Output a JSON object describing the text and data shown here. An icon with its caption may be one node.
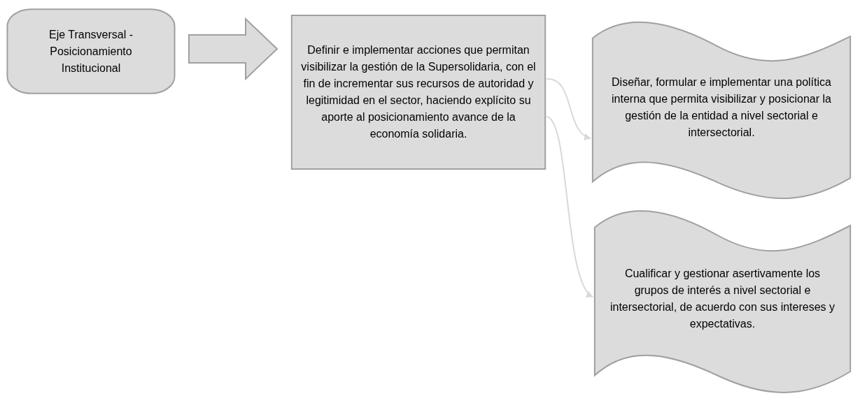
{
  "diagram": {
    "nodes": [
      {
        "text": [
          "Eje Transversal - Posicionamiento Institucional"
        ]
      },
      {
        "text": [
          "Definir e implementar acciones que permitan visibilizar la gestión de la Supersolidaria, con el fin de incrementar sus recursos de autoridad y legitimidad en el sector, haciendo explícito su aporte al posicionamiento avance de la economía solidaria."
        ]
      },
      {
        "text": [
          "Diseñar, formular e implementar una política interna que permita visibilizar y posicionar la gestión de la entidad a nivel sectorial e intersectorial."
        ]
      },
      {
        "text": [
          "Cualificar y gestionar asertivamente los grupos de interés a nivel sectorial e intersectorial, de acuerdo con sus intereses y expectativas."
        ]
      }
    ],
    "edges": [
      {
        "from": 0,
        "to": 1,
        "arrow": "to",
        "style": "thick"
      },
      {
        "from": 1,
        "to": 2,
        "arrow": "to"
      },
      {
        "from": 1,
        "to": 3,
        "arrow": "to"
      }
    ]
  }
}
